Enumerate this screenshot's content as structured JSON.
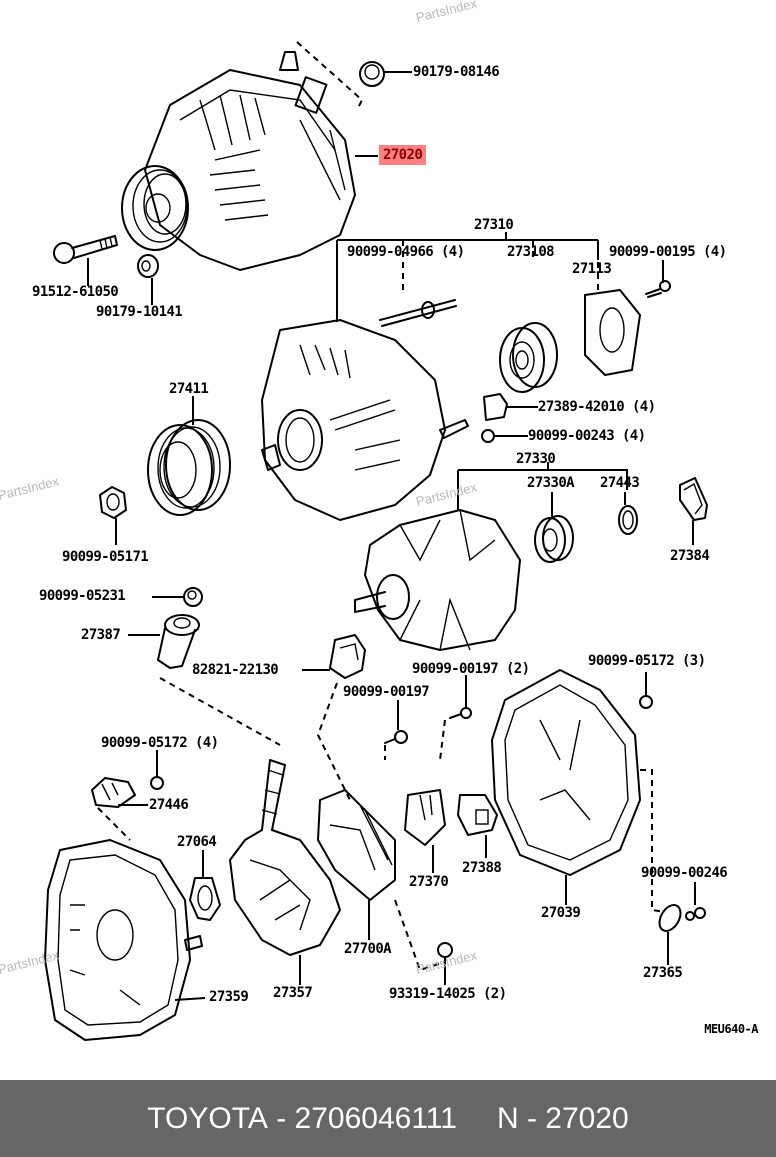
{
  "diagram": {
    "title": "Alternator assembly parts diagram",
    "watermark": "PartsIndex",
    "reference_code": "MEU640-A",
    "highlight_color": "#ff8080",
    "labels": [
      {
        "id": "l1",
        "text": "90179-08146",
        "highlighted": false
      },
      {
        "id": "l2",
        "text": "27020",
        "highlighted": true
      },
      {
        "id": "l3",
        "text": "27310",
        "highlighted": false
      },
      {
        "id": "l4",
        "text": "90099-04966 (4)",
        "highlighted": false
      },
      {
        "id": "l5",
        "text": "273108",
        "highlighted": false
      },
      {
        "id": "l6",
        "text": "90099-00195 (4)",
        "highlighted": false
      },
      {
        "id": "l7",
        "text": "27113",
        "highlighted": false
      },
      {
        "id": "l8",
        "text": "91512-61050",
        "highlighted": false
      },
      {
        "id": "l9",
        "text": "90179-10141",
        "highlighted": false
      },
      {
        "id": "l10",
        "text": "27411",
        "highlighted": false
      },
      {
        "id": "l11",
        "text": "27389-42010 (4)",
        "highlighted": false
      },
      {
        "id": "l12",
        "text": "90099-00243 (4)",
        "highlighted": false
      },
      {
        "id": "l13",
        "text": "27330",
        "highlighted": false
      },
      {
        "id": "l14",
        "text": "27330A",
        "highlighted": false
      },
      {
        "id": "l15",
        "text": "27443",
        "highlighted": false
      },
      {
        "id": "l16",
        "text": "27384",
        "highlighted": false
      },
      {
        "id": "l17",
        "text": "90099-05171",
        "highlighted": false
      },
      {
        "id": "l18",
        "text": "90099-05231",
        "highlighted": false
      },
      {
        "id": "l19",
        "text": "27387",
        "highlighted": false
      },
      {
        "id": "l20",
        "text": "82821-22130",
        "highlighted": false
      },
      {
        "id": "l21",
        "text": "90099-00197 (2)",
        "highlighted": false
      },
      {
        "id": "l22",
        "text": "90099-05172 (3)",
        "highlighted": false
      },
      {
        "id": "l23",
        "text": "90099-00197",
        "highlighted": false
      },
      {
        "id": "l24",
        "text": "90099-05172 (4)",
        "highlighted": false
      },
      {
        "id": "l25",
        "text": "27446",
        "highlighted": false
      },
      {
        "id": "l26",
        "text": "27064",
        "highlighted": false
      },
      {
        "id": "l27",
        "text": "27370",
        "highlighted": false
      },
      {
        "id": "l28",
        "text": "27388",
        "highlighted": false
      },
      {
        "id": "l29",
        "text": "90099-00246",
        "highlighted": false
      },
      {
        "id": "l30",
        "text": "27039",
        "highlighted": false
      },
      {
        "id": "l31",
        "text": "27700A",
        "highlighted": false
      },
      {
        "id": "l32",
        "text": "27365",
        "highlighted": false
      },
      {
        "id": "l33",
        "text": "27359",
        "highlighted": false
      },
      {
        "id": "l34",
        "text": "27357",
        "highlighted": false
      },
      {
        "id": "l35",
        "text": "93319-14025 (2)",
        "highlighted": false
      }
    ]
  },
  "footer": {
    "brand": "TOYOTA",
    "part_number": "2706046111",
    "ref_prefix": "N",
    "ref_number": "27020",
    "separator": "-"
  }
}
